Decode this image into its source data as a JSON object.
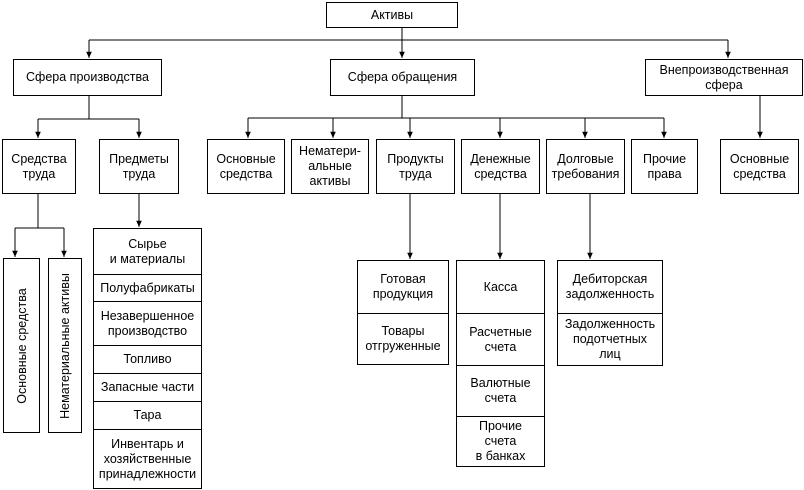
{
  "root": {
    "label": "Активы"
  },
  "spheres": {
    "production": "Сфера производства",
    "circulation": "Сфера обращения",
    "nonproduction": "Внепроизводственная\nсфера"
  },
  "production": {
    "labor_means": "Средства\nтруда",
    "labor_objects": "Предметы\nтруда",
    "fixed_assets_vertical": "Основные средства",
    "intangible_vertical": "Нематериальные активы",
    "objects_items": [
      "Сырье\nи материалы",
      "Полуфабрикаты",
      "Незавершенное\nпроизводство",
      "Топливо",
      "Запасные части",
      "Тара",
      "Инвентарь и\nхозяйственные\nпринадлежности"
    ]
  },
  "circulation": {
    "fixed_assets": "Основные\nсредства",
    "intangible": "Нематери-\nальные\nактивы",
    "products": "Продукты\nтруда",
    "cash": "Денежные\nсредства",
    "receivables": "Долговые\nтребования",
    "other_rights": "Прочие\nправа",
    "products_items": [
      "Готовая\nпродукция",
      "Товары\nотгруженные"
    ],
    "cash_items": [
      "Касса",
      "Расчетные\nсчета",
      "Валютные\nсчета",
      "Прочие\nсчета\nв банках"
    ],
    "receivables_items": [
      "Дебиторская\nзадолженность",
      "Задолженность\nподотчетных\nлиц"
    ]
  },
  "nonproduction": {
    "fixed_assets": "Основные\nсредства"
  },
  "colors": {
    "line": "#000000",
    "background": "#ffffff",
    "box_border": "#000000"
  }
}
